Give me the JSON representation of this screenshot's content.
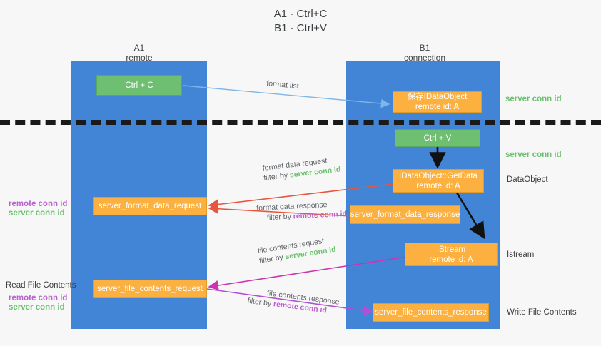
{
  "title": {
    "line1": "A1 - Ctrl+C",
    "line2": "B1 - Ctrl+V"
  },
  "columns": [
    {
      "name": "A1",
      "sub": "remote"
    },
    {
      "name": "B1",
      "sub": "connection"
    }
  ],
  "nodes": {
    "ctrl_c": {
      "label": "Ctrl + C",
      "color": "#6fbf73"
    },
    "ctrl_v": {
      "label": "Ctrl + V",
      "color": "#6fbf73"
    },
    "idataobject": {
      "line1": "保存IDataObject",
      "line2": "remote id: A",
      "color": "#fbb03f"
    },
    "getdata": {
      "line1": "IDataObject::GetData",
      "line2": "remote id: A",
      "color": "#fbb03f"
    },
    "istream": {
      "line1": "IStream",
      "line2": "remote id: A",
      "color": "#fbb03f"
    },
    "server_format_data_request": {
      "label": "server_format_data_request",
      "color": "#fbb03f"
    },
    "server_format_data_response": {
      "label": "server_format_data_response",
      "color": "#fbb03f"
    },
    "server_file_contents_request": {
      "label": "server_file_contents_request",
      "color": "#fbb03f"
    },
    "server_file_contents_response": {
      "label": "server_file_contents_response",
      "color": "#fbb03f"
    }
  },
  "edges": {
    "format_list": {
      "label": "format list",
      "color": "#7fb6e8"
    },
    "format_data_request": {
      "line1": "format data request",
      "line2_prefix": "filter by ",
      "line2_bold": "server conn id",
      "color": "#e8553c"
    },
    "format_data_response": {
      "line1": "format data response",
      "line2_prefix": "filter by ",
      "line2_bold": "remote conn id",
      "color": "#e8553c"
    },
    "file_contents_request": {
      "line1": "file contents request",
      "line2_prefix": "filter by ",
      "line2_bold": "server conn id",
      "color": "#cc33b0"
    },
    "file_contents_response": {
      "line1": "file contents response",
      "line2_prefix": "filter by ",
      "line2_bold": "remote conn id",
      "color": "#b14fd8"
    }
  },
  "side_labels": {
    "left_mid_remote": "remote conn id",
    "left_mid_server": "server conn id",
    "read_file_contents": "Read File Contents",
    "left_low_remote": "remote conn id",
    "left_low_server": "server conn id",
    "right_server_1": "server conn id",
    "right_server_2": "server conn id",
    "dataobject": "DataObject",
    "istream": "Istream",
    "write_file_contents": "Write File Contents"
  },
  "colors": {
    "lane": "#4285d7",
    "green": "#6fbf73",
    "orange": "#fbb03f",
    "green_text": "#6cc070",
    "purple_text": "#bb5fd0",
    "divider": "#1a1a1a",
    "background": "#f7f7f7"
  }
}
